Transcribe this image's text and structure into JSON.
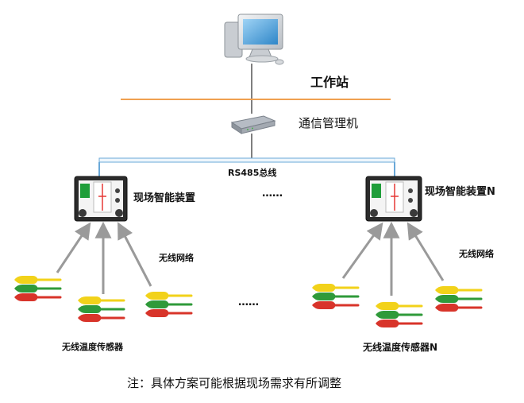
{
  "workstation_label": "工作站",
  "comm_manager_label": "通信管理机",
  "bus_label": "RS485总线",
  "device_1_label": "现场智能装置",
  "device_n_label": "现场智能装置N",
  "ellipsis_devices": "……",
  "ellipsis_sensors": "……",
  "wireless_network_1": "无线网络",
  "wireless_network_n": "无线网络",
  "sensor_1_label": "无线温度传感器",
  "sensor_n_label": "无线温度传感器N",
  "note": "注：具体方案可能根据现场需求有所调整",
  "colors": {
    "orange_line": "#f0a050",
    "bus": "#6aa8d8",
    "yellow": "#f2d21a",
    "green": "#2f9a3a",
    "red": "#d8342a"
  }
}
